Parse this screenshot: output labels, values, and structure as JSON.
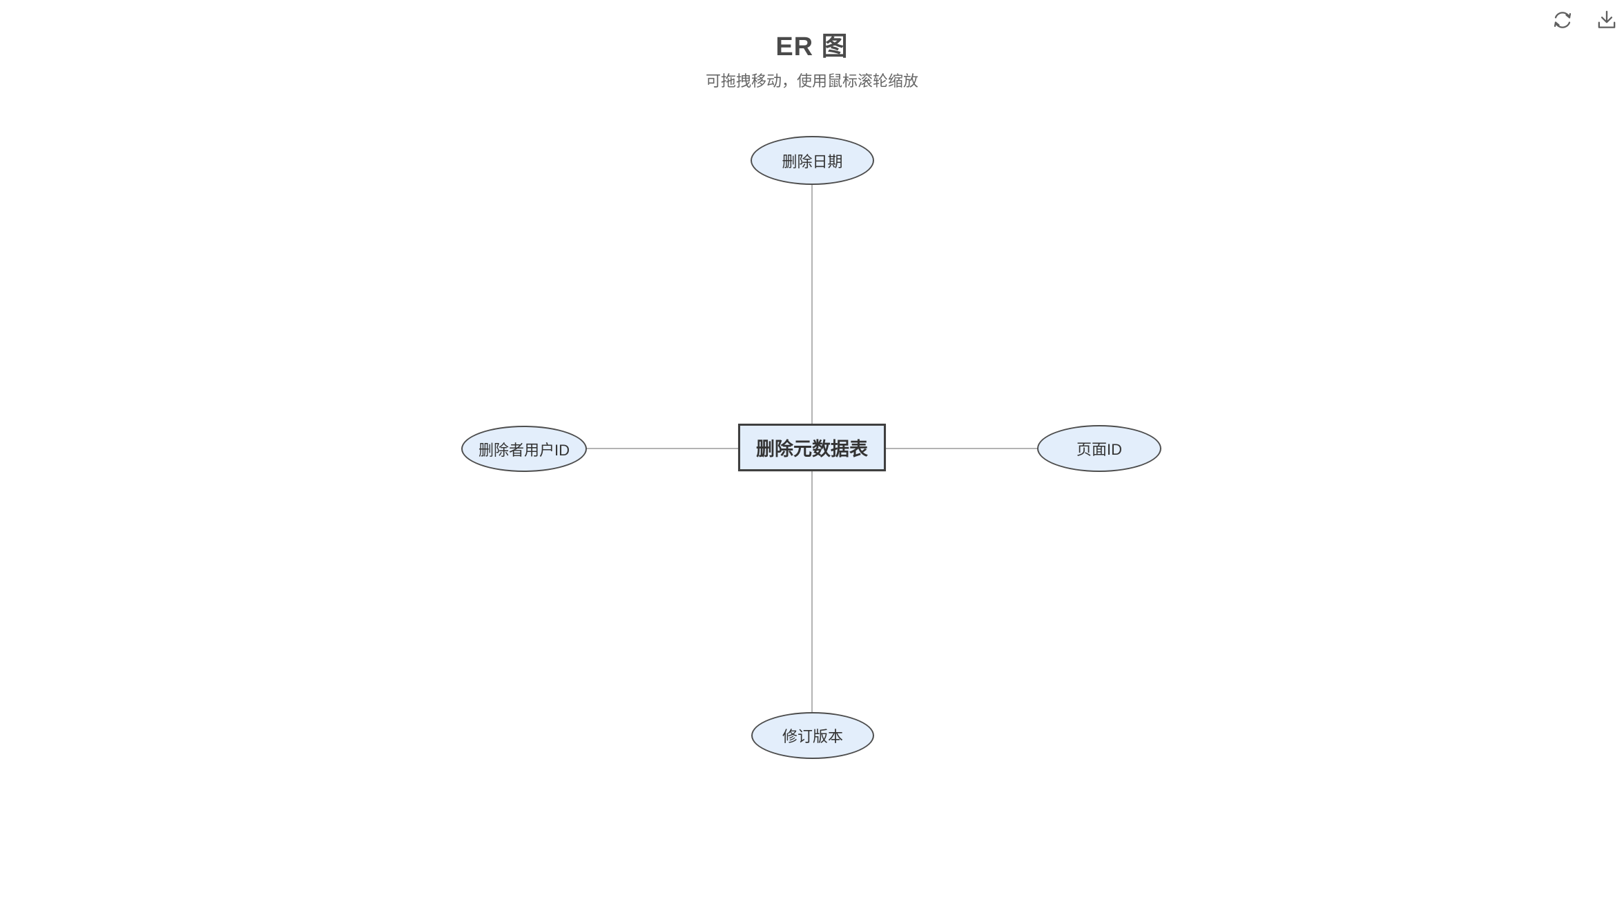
{
  "header": {
    "title": "ER 图",
    "subtitle": "可拖拽移动，使用鼠标滚轮缩放"
  },
  "toolbar": {
    "buttons": [
      {
        "name": "refresh",
        "icon": "refresh-icon"
      },
      {
        "name": "download",
        "icon": "download-icon"
      }
    ]
  },
  "diagram": {
    "entity": {
      "label": "删除元数据表",
      "type": "entity",
      "shape": "rectangle"
    },
    "attributes": [
      {
        "label": "删除日期",
        "position": "top",
        "type": "attribute",
        "shape": "ellipse"
      },
      {
        "label": "删除者用户ID",
        "position": "left",
        "type": "attribute",
        "shape": "ellipse"
      },
      {
        "label": "页面ID",
        "position": "right",
        "type": "attribute",
        "shape": "ellipse"
      },
      {
        "label": "修订版本",
        "position": "bottom",
        "type": "attribute",
        "shape": "ellipse"
      }
    ],
    "edges": [
      {
        "from": "删除元数据表",
        "to": "删除日期"
      },
      {
        "from": "删除元数据表",
        "to": "删除者用户ID"
      },
      {
        "from": "删除元数据表",
        "to": "页面ID"
      },
      {
        "from": "删除元数据表",
        "to": "修订版本"
      }
    ]
  },
  "colors": {
    "node_fill": "#e3eefb",
    "node_stroke": "#4d4d4d",
    "entity_border": "#3f3f3f",
    "edge_color": "#b3b3b3",
    "title_text": "#4a4a4a",
    "subtitle_text": "#666666",
    "icon_color": "#5f5f5f"
  }
}
